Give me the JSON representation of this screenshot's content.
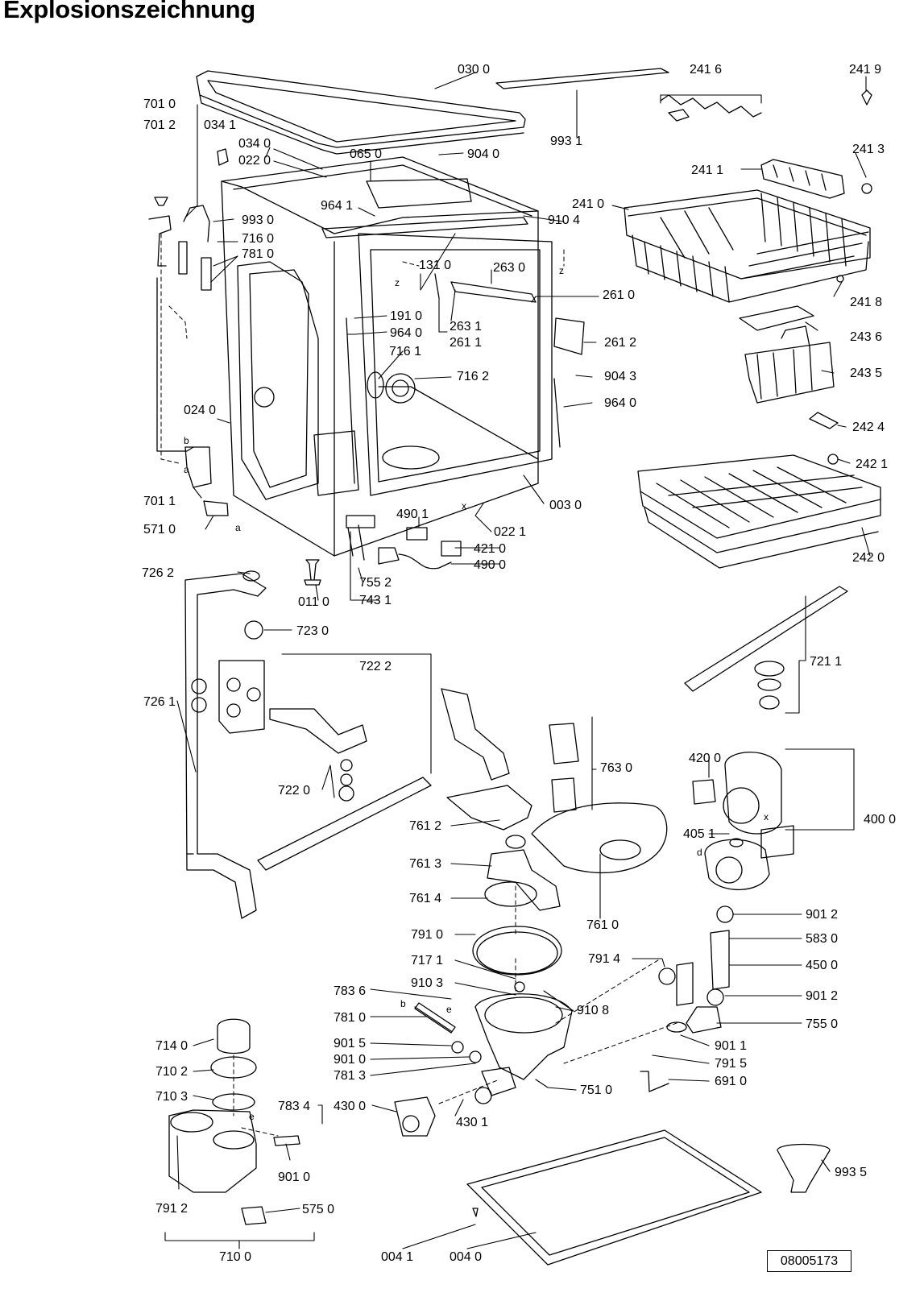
{
  "title": "Explosionszeichnung",
  "document_number": "08005173",
  "part_numbers": [
    "030 0",
    "993 1",
    "241 6",
    "241 9",
    "701 0",
    "701 2",
    "034 1",
    "034 0",
    "022 0",
    "065 0",
    "904 0",
    "241 1",
    "241 3",
    "964 1",
    "910 4",
    "241 0",
    "993 0",
    "716 0",
    "781 0",
    "131 0",
    "263 0",
    "261 0",
    "241 8",
    "191 0",
    "964 0",
    "263 1",
    "261 1",
    "261 2",
    "243 6",
    "716 1",
    "716 2",
    "904 3",
    "243 5",
    "964 0",
    "024 0",
    "242 4",
    "242 1",
    "701 1",
    "571 0",
    "490 1",
    "003 0",
    "022 1",
    "421 0",
    "490 0",
    "242 0",
    "726 2",
    "011 0",
    "755 2",
    "743 1",
    "723 0",
    "721 1",
    "722 2",
    "726 1",
    "763 0",
    "420 0",
    "722 0",
    "400 0",
    "761 2",
    "405 1",
    "761 3",
    "761 4",
    "761 0",
    "901 2",
    "791 0",
    "583 0",
    "717 1",
    "791 4",
    "450 0",
    "910 3",
    "783 6",
    "910 8",
    "901 2",
    "781 0",
    "755 0",
    "901 5",
    "901 1",
    "901 0",
    "791 5",
    "781 3",
    "751 0",
    "691 0",
    "714 0",
    "710 2",
    "710 3",
    "783 4",
    "430 0",
    "430 1",
    "993 5",
    "901 0",
    "791 2",
    "575 0",
    "710 0",
    "004 1",
    "004 0"
  ],
  "markers": [
    "z",
    "z",
    "x",
    "b",
    "a",
    "a",
    "x",
    "d",
    "e",
    "b",
    "e"
  ]
}
